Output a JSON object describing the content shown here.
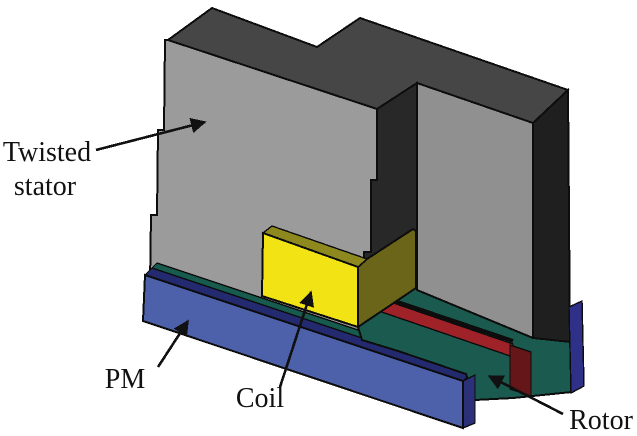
{
  "figure": {
    "background": "#ffffff",
    "labels": {
      "stator_line1": "Twisted",
      "stator_line2": "stator",
      "pm": "PM",
      "coil": "Coil",
      "rotor": "Rotor"
    },
    "colors": {
      "stator_face": "#9b9b9b",
      "stator_face_right": "#909090",
      "stator_top": "#464646",
      "stator_gap": "#282828",
      "stator_side": "#1f1f1f",
      "coil_front": "#f2e414",
      "coil_top": "#8d891e",
      "coil_side": "#6a6518",
      "pm_front": "#4d60aa",
      "pm_top": "#232a70",
      "pm_end": "#2c3078",
      "pm_cap": "#2e3187",
      "rotor_teal": "#1a5a4f",
      "rotor_sliver": "#175a4e",
      "red_magnet": "#9e2227",
      "red_magnet_dark": "#641619",
      "outline": "#0d0d0d",
      "text": "#111111"
    }
  }
}
